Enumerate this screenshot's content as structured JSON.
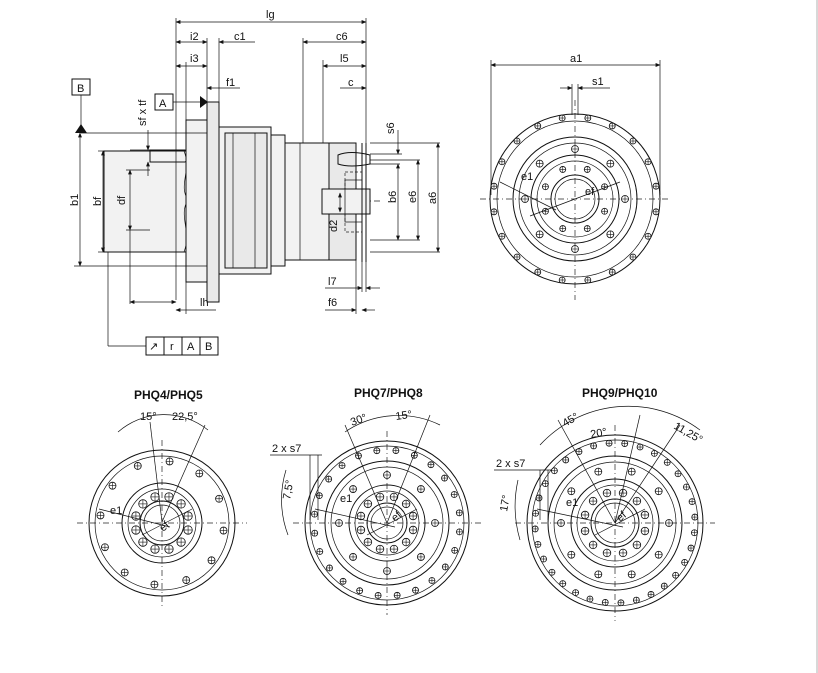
{
  "side_view": {
    "datum_b": "B",
    "datum_a": "A",
    "dims": {
      "lg": "lg",
      "i2": "i2",
      "c1": "c1",
      "i3": "i3",
      "f1": "f1",
      "c6": "c6",
      "l5": "l5",
      "c": "c",
      "sfxtf": "sf x tf",
      "b1": "b1",
      "bf": "bf",
      "df": "df",
      "lh": "lh",
      "s6": "s6",
      "b6": "b6",
      "e6": "e6",
      "a6": "a6",
      "d2": "d2",
      "l7": "l7",
      "f6": "f6"
    },
    "tolerance_frame": [
      "↗",
      "r",
      "A",
      "B"
    ]
  },
  "front_view": {
    "a1": "a1",
    "s1": "s1",
    "e1": "e1",
    "ef": "ef"
  },
  "variants": [
    {
      "title": "PHQ4/PHQ5",
      "angle_a": "15°",
      "angle_b": "22,5°",
      "e1": "e1",
      "ef": "ef"
    },
    {
      "title": "PHQ7/PHQ8",
      "angle_a": "30°",
      "angle_b": "15°",
      "angle_c": "7,5°",
      "slot": "2 x s7",
      "e1": "e1",
      "ef": "ef"
    },
    {
      "title": "PHQ9/PHQ10",
      "angle_a": "45°",
      "angle_b": "20°",
      "angle_c": "11,25°",
      "angle_d": "17°",
      "slot": "2 x s7",
      "e1": "e1",
      "ef": "ef"
    }
  ]
}
